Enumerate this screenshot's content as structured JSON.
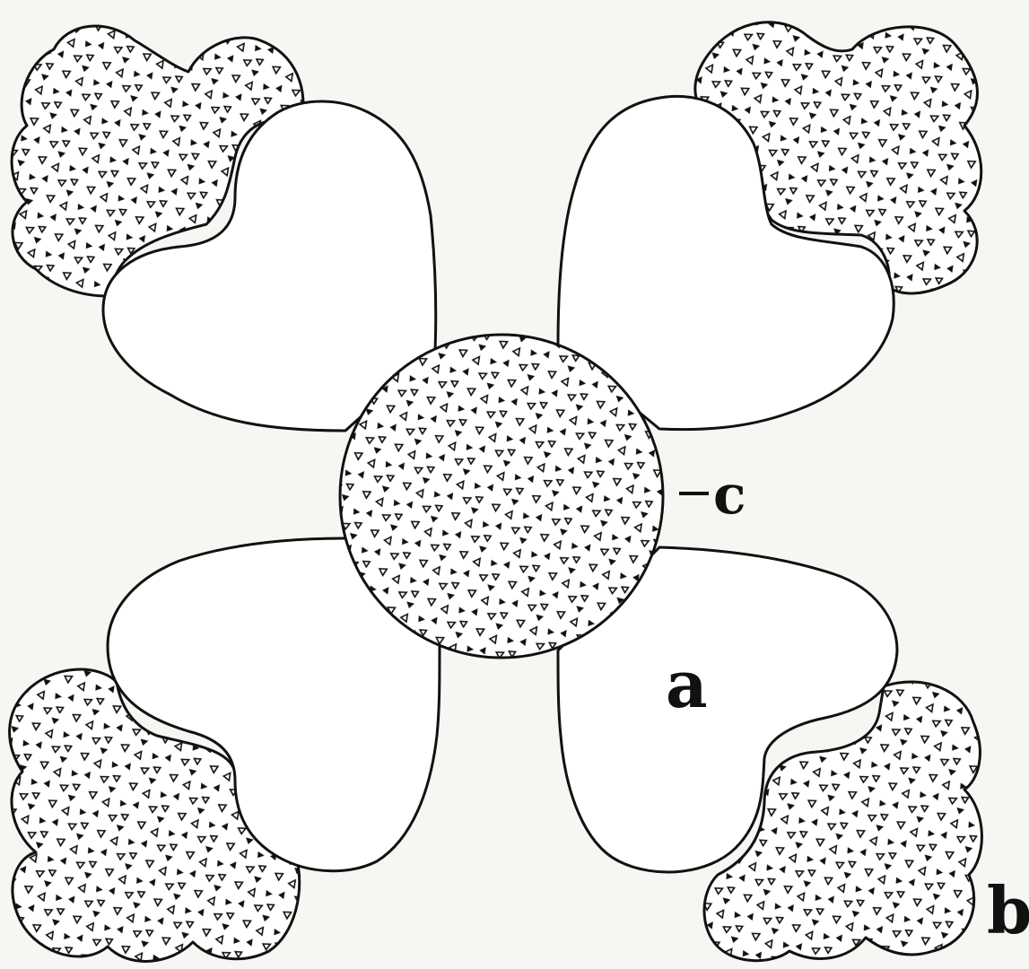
{
  "labels": {
    "a": "a",
    "b": "b",
    "c": "c"
  },
  "colors": {
    "ink": "#111111",
    "paper": "#f7f6f3",
    "fabric_plain": "#ffffff"
  },
  "pattern": {
    "name": "triangle-print",
    "fill_style": "scattered small triangles"
  },
  "parts": [
    {
      "id": "a",
      "description_label": "a",
      "shape": "heart-petal",
      "count": 4
    },
    {
      "id": "b",
      "description_label": "b",
      "shape": "scalloped-leaf",
      "count": 4
    },
    {
      "id": "c",
      "description_label": "c",
      "shape": "circle-center",
      "count": 1
    }
  ]
}
